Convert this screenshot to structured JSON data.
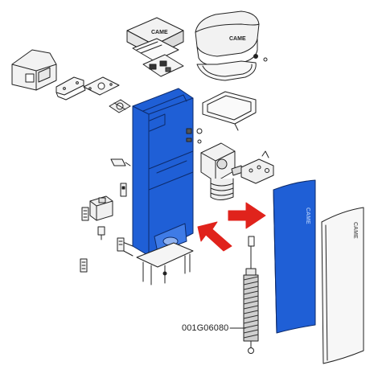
{
  "diagram": {
    "part_number_label": "001G06080",
    "colors": {
      "highlight": "#1f5fd6",
      "highlight_dark": "#1546a8",
      "arrow": "#e0231c",
      "line": "#222222",
      "fill_light": "#f2f2f2",
      "fill_gray": "#d9d9d9"
    },
    "parts": [
      "control-board-box",
      "top-cover",
      "side-cover-small",
      "bracket-plate",
      "mounting-plate",
      "cabinet-frame",
      "gearmotor",
      "spring-tensioner",
      "balancing-spring",
      "front-panel-highlighted",
      "rear-panel",
      "lock-handle",
      "transformer",
      "connectors",
      "red-arrow-right",
      "red-arrow-diagonal"
    ]
  }
}
